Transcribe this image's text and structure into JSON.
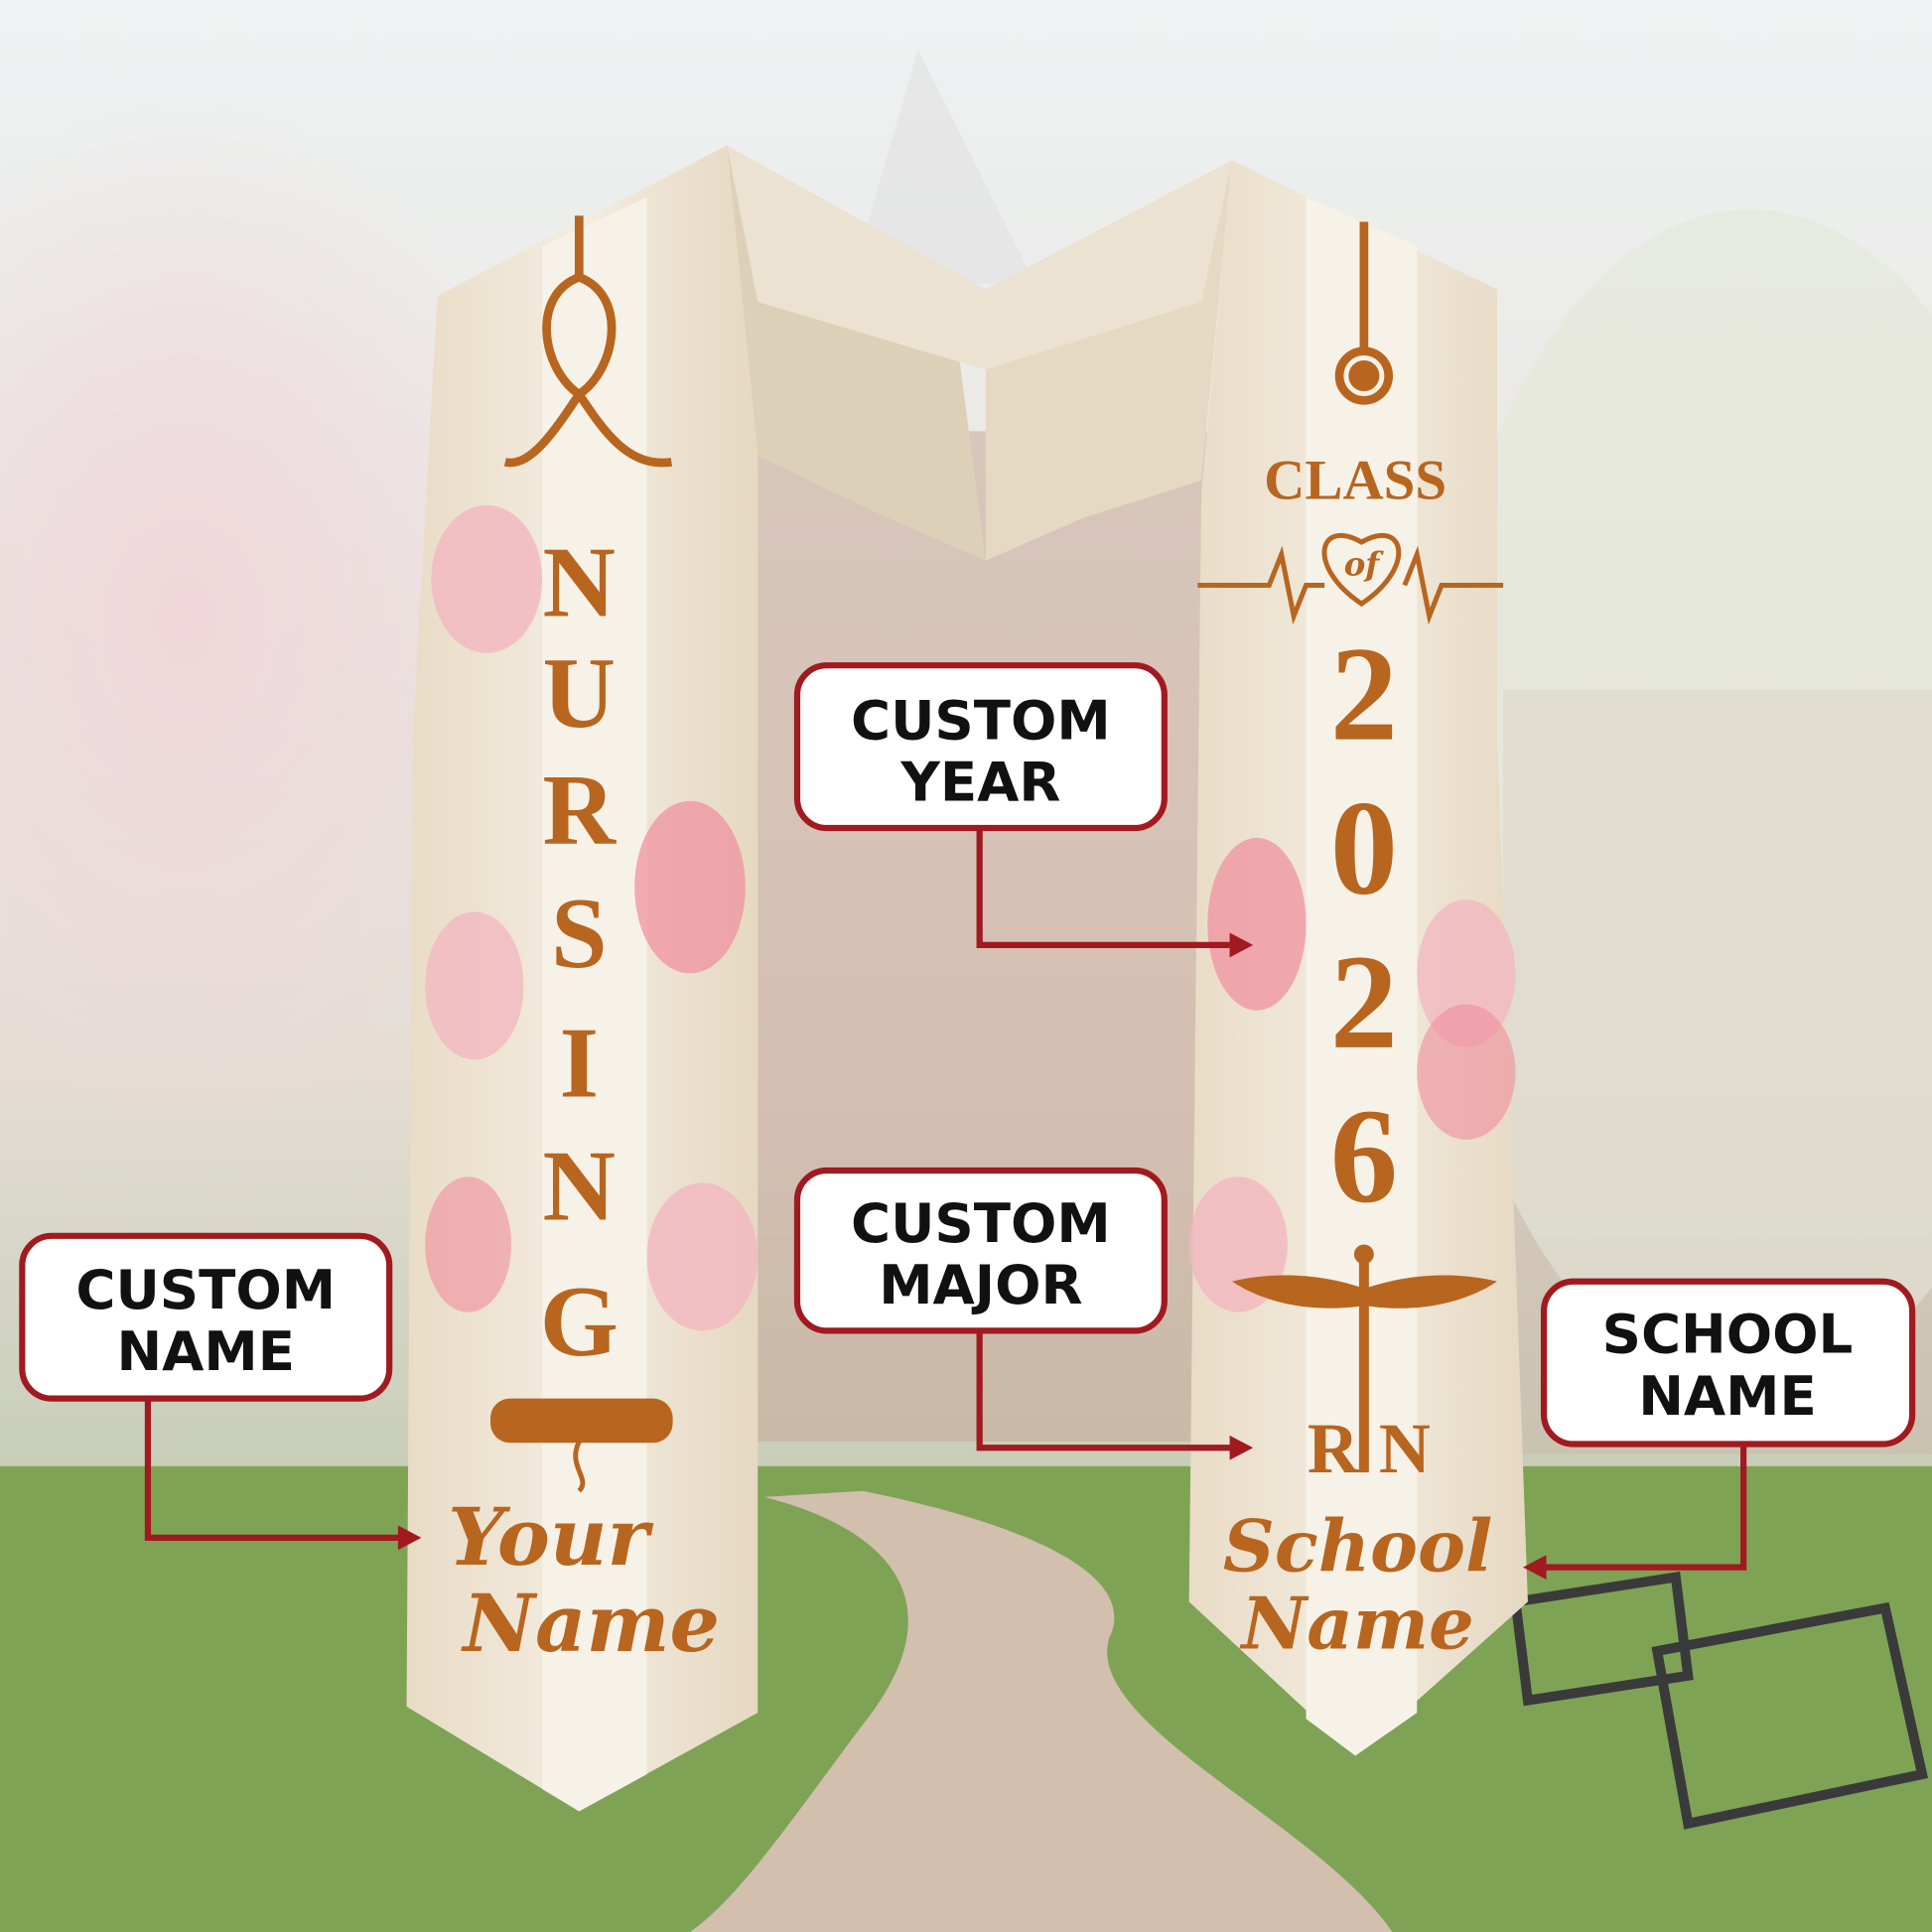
{
  "stole_left": {
    "major_letters": [
      "N",
      "U",
      "R",
      "S",
      "I",
      "N",
      "G"
    ],
    "name_line1": "Your",
    "name_line2": "Name"
  },
  "stole_right": {
    "class_label": "CLASS",
    "of_label": "of",
    "year_digits": [
      "2",
      "0",
      "2",
      "6"
    ],
    "credential": [
      "R",
      "N"
    ],
    "school_line1": "School",
    "school_line2": "Name"
  },
  "callouts": {
    "year": {
      "line1": "CUSTOM",
      "line2": "YEAR"
    },
    "major": {
      "line1": "CUSTOM",
      "line2": "MAJOR"
    },
    "name": {
      "line1": "CUSTOM",
      "line2": "NAME"
    },
    "school": {
      "line1": "SCHOOL",
      "line2": "NAME"
    }
  },
  "colors": {
    "gold": "#b8651f",
    "callout_border": "#a11a1f",
    "stole_base": "#efe6d6"
  }
}
